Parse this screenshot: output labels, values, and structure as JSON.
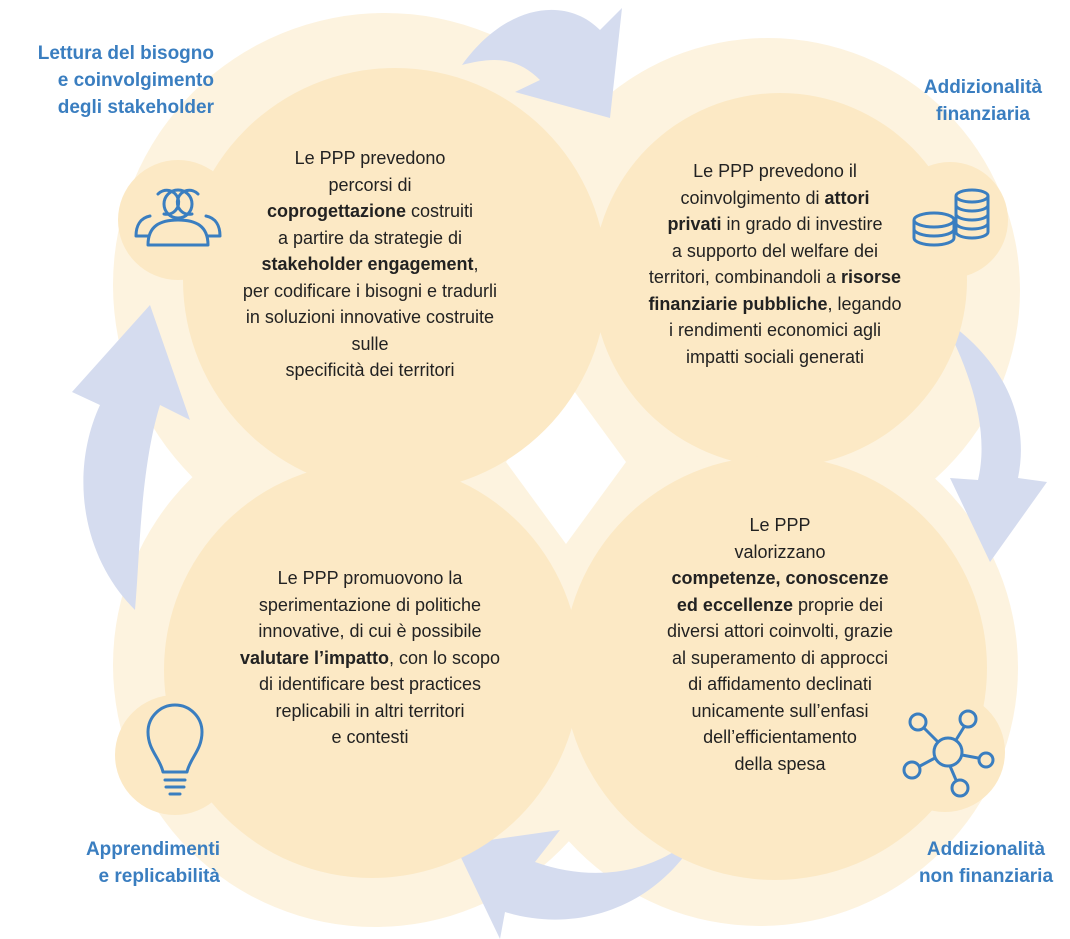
{
  "colors": {
    "halo": "#fdf3df",
    "circle": "#fce9c5",
    "arrow": "#d5dcef",
    "heading": "#3a7ec0",
    "icon": "#3a7ec0",
    "text": "#222222"
  },
  "headings": {
    "top_left": [
      "Lettura del bisogno",
      "e coinvolgimento",
      "degli stakeholder"
    ],
    "top_right": [
      "Addizionalità",
      "finanziaria"
    ],
    "bottom_left": [
      "Apprendimenti",
      "e replicabilità"
    ],
    "bottom_right": [
      "Addizionalità",
      "non finanziaria"
    ]
  },
  "icons": {
    "top_left": "people-group-icon",
    "top_right": "coin-stacks-icon",
    "bottom_left": "lightbulb-icon",
    "bottom_right": "network-nodes-icon"
  },
  "quadrants": {
    "top_left": [
      [
        {
          "t": "Le PPP prevedono"
        }
      ],
      [
        {
          "t": "percorsi di"
        }
      ],
      [
        {
          "t": "coprogettazione",
          "b": true
        },
        {
          "t": " costruiti"
        }
      ],
      [
        {
          "t": "a partire da strategie di"
        }
      ],
      [
        {
          "t": "stakeholder engagement",
          "b": true
        },
        {
          "t": ","
        }
      ],
      [
        {
          "t": "per codificare i bisogni e tradurli"
        }
      ],
      [
        {
          "t": "in soluzioni innovative costruite"
        }
      ],
      [
        {
          "t": "sulle"
        }
      ],
      [
        {
          "t": "specificità dei territori"
        }
      ]
    ],
    "top_right": [
      [
        {
          "t": "Le PPP prevedono il"
        }
      ],
      [
        {
          "t": "coinvolgimento di "
        },
        {
          "t": "attori",
          "b": true
        }
      ],
      [
        {
          "t": "privati",
          "b": true
        },
        {
          "t": " in grado di investire"
        }
      ],
      [
        {
          "t": "a supporto del welfare dei"
        }
      ],
      [
        {
          "t": "territori, combinandoli a "
        },
        {
          "t": "risorse",
          "b": true
        }
      ],
      [
        {
          "t": "finanziarie pubbliche",
          "b": true
        },
        {
          "t": ", legando"
        }
      ],
      [
        {
          "t": "i rendimenti economici agli"
        }
      ],
      [
        {
          "t": "impatti sociali generati"
        }
      ]
    ],
    "bottom_left": [
      [
        {
          "t": "Le PPP promuovono la"
        }
      ],
      [
        {
          "t": "sperimentazione di politiche"
        }
      ],
      [
        {
          "t": "innovative, di cui è possibile"
        }
      ],
      [
        {
          "t": "valutare l’impatto",
          "b": true
        },
        {
          "t": ", con lo scopo"
        }
      ],
      [
        {
          "t": "di identificare best practices"
        }
      ],
      [
        {
          "t": "replicabili in altri territori"
        }
      ],
      [
        {
          "t": "e contesti"
        }
      ]
    ],
    "bottom_right": [
      [
        {
          "t": "Le PPP"
        }
      ],
      [
        {
          "t": "valorizzano"
        }
      ],
      [
        {
          "t": "competenze, conoscenze",
          "b": true
        }
      ],
      [
        {
          "t": "ed eccellenze",
          "b": true
        },
        {
          "t": " proprie dei"
        }
      ],
      [
        {
          "t": "diversi attori coinvolti, grazie"
        }
      ],
      [
        {
          "t": "al superamento di approcci"
        }
      ],
      [
        {
          "t": "di affidamento declinati"
        }
      ],
      [
        {
          "t": "unicamente sull’enfasi"
        }
      ],
      [
        {
          "t": "dell’efficientamento"
        }
      ],
      [
        {
          "t": "della spesa"
        }
      ]
    ]
  }
}
